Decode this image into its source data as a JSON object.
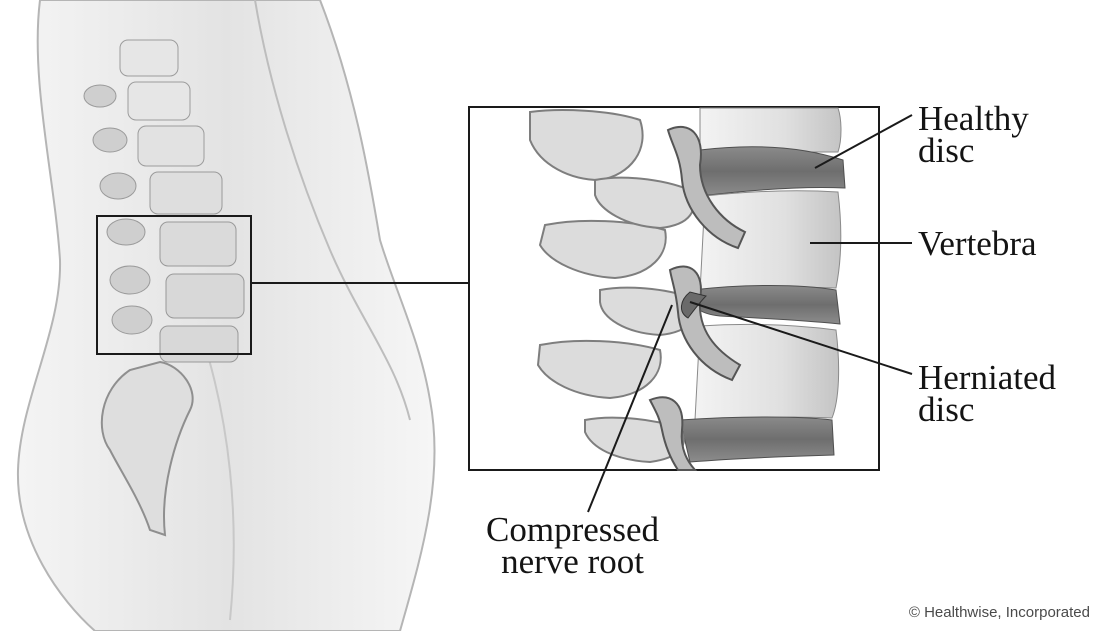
{
  "labels": {
    "healthy_disc": [
      "Healthy",
      "disc"
    ],
    "vertebra": "Vertebra",
    "herniated_disc": [
      "Herniated",
      "disc"
    ],
    "compressed_nerve_root": [
      "Compressed",
      "nerve root"
    ]
  },
  "credit": "© Healthwise, Incorporated",
  "colors": {
    "line": "#1a1a1a",
    "bone_light": "#ececec",
    "bone_mid": "#cfcfcf",
    "bone_dark": "#9a9a9a",
    "disc": "#7a7a7a",
    "body_shade": "#d9d9d9"
  }
}
